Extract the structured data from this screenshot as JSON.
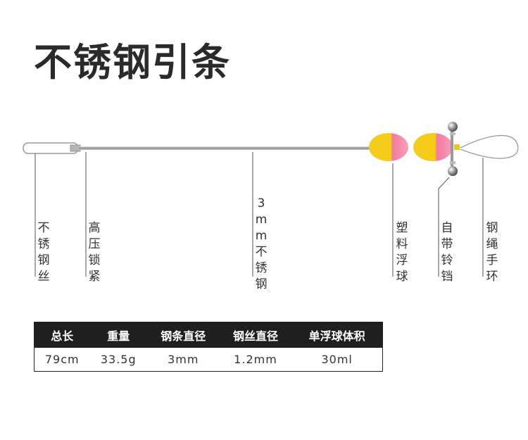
{
  "title": "不锈钢引条",
  "labels": {
    "stainless_wire": "不锈钢丝",
    "lock_sleeve": "高压锁紧",
    "steel_rod": "3mm不锈钢",
    "float": "塑料浮球",
    "bell": "自带铃铛",
    "rope_loop": "钢绳手环"
  },
  "colors": {
    "float_yellow": "#f6cc1a",
    "float_pink": "#f27aa0",
    "table_header": "#1f1f1f"
  },
  "table": {
    "headers": [
      "总长",
      "重量",
      "钢条直径",
      "钢丝直径",
      "单浮球体积"
    ],
    "values": [
      "79cm",
      "33.5g",
      "3mm",
      "1.2mm",
      "30ml"
    ]
  }
}
